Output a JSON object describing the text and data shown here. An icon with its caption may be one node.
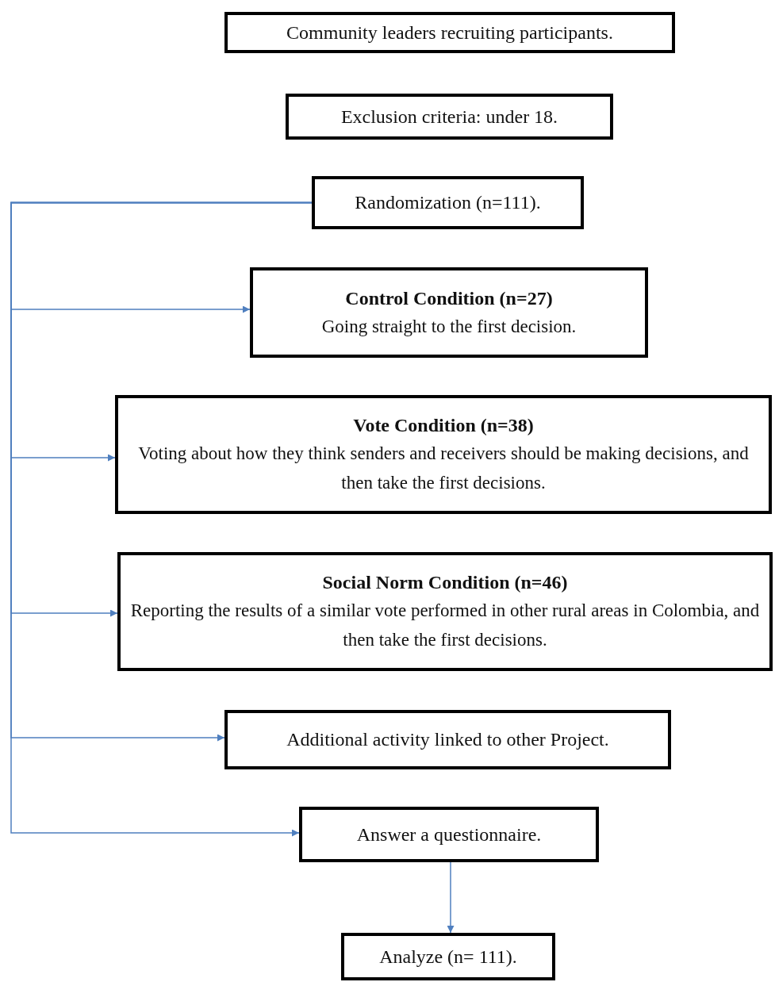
{
  "diagram": {
    "nodes": [
      {
        "text": [
          "Community leaders recruiting participants."
        ]
      },
      {
        "text": [
          "Exclusion criteria: under 18."
        ]
      },
      {
        "text": [
          "Randomization (n=111)."
        ]
      },
      {
        "text": [
          "Control Condition (n=27)",
          "Going straight to the first decision."
        ]
      },
      {
        "text": [
          "Vote Condition (n=38)",
          "Voting about how they think senders and receivers should be making decisions, and then take the first decisions."
        ]
      },
      {
        "text": [
          "Social Norm Condition (n=46)",
          "Reporting the results of a similar vote performed in other rural areas in Colombia, and then take the first decisions."
        ]
      },
      {
        "text": [
          "Additional activity linked to other Project."
        ]
      },
      {
        "text": [
          "Answer a questionnaire."
        ]
      },
      {
        "text": [
          "Analyze (n= 111)."
        ]
      }
    ],
    "edges": [
      {
        "from": 2,
        "to": 3,
        "arrow": "to"
      },
      {
        "from": 2,
        "to": 4,
        "arrow": "to"
      },
      {
        "from": 2,
        "to": 5,
        "arrow": "to"
      },
      {
        "from": 2,
        "to": 6,
        "arrow": "to"
      },
      {
        "from": 2,
        "to": 7,
        "arrow": "to"
      },
      {
        "from": 7,
        "to": 8,
        "arrow": "to"
      }
    ]
  }
}
